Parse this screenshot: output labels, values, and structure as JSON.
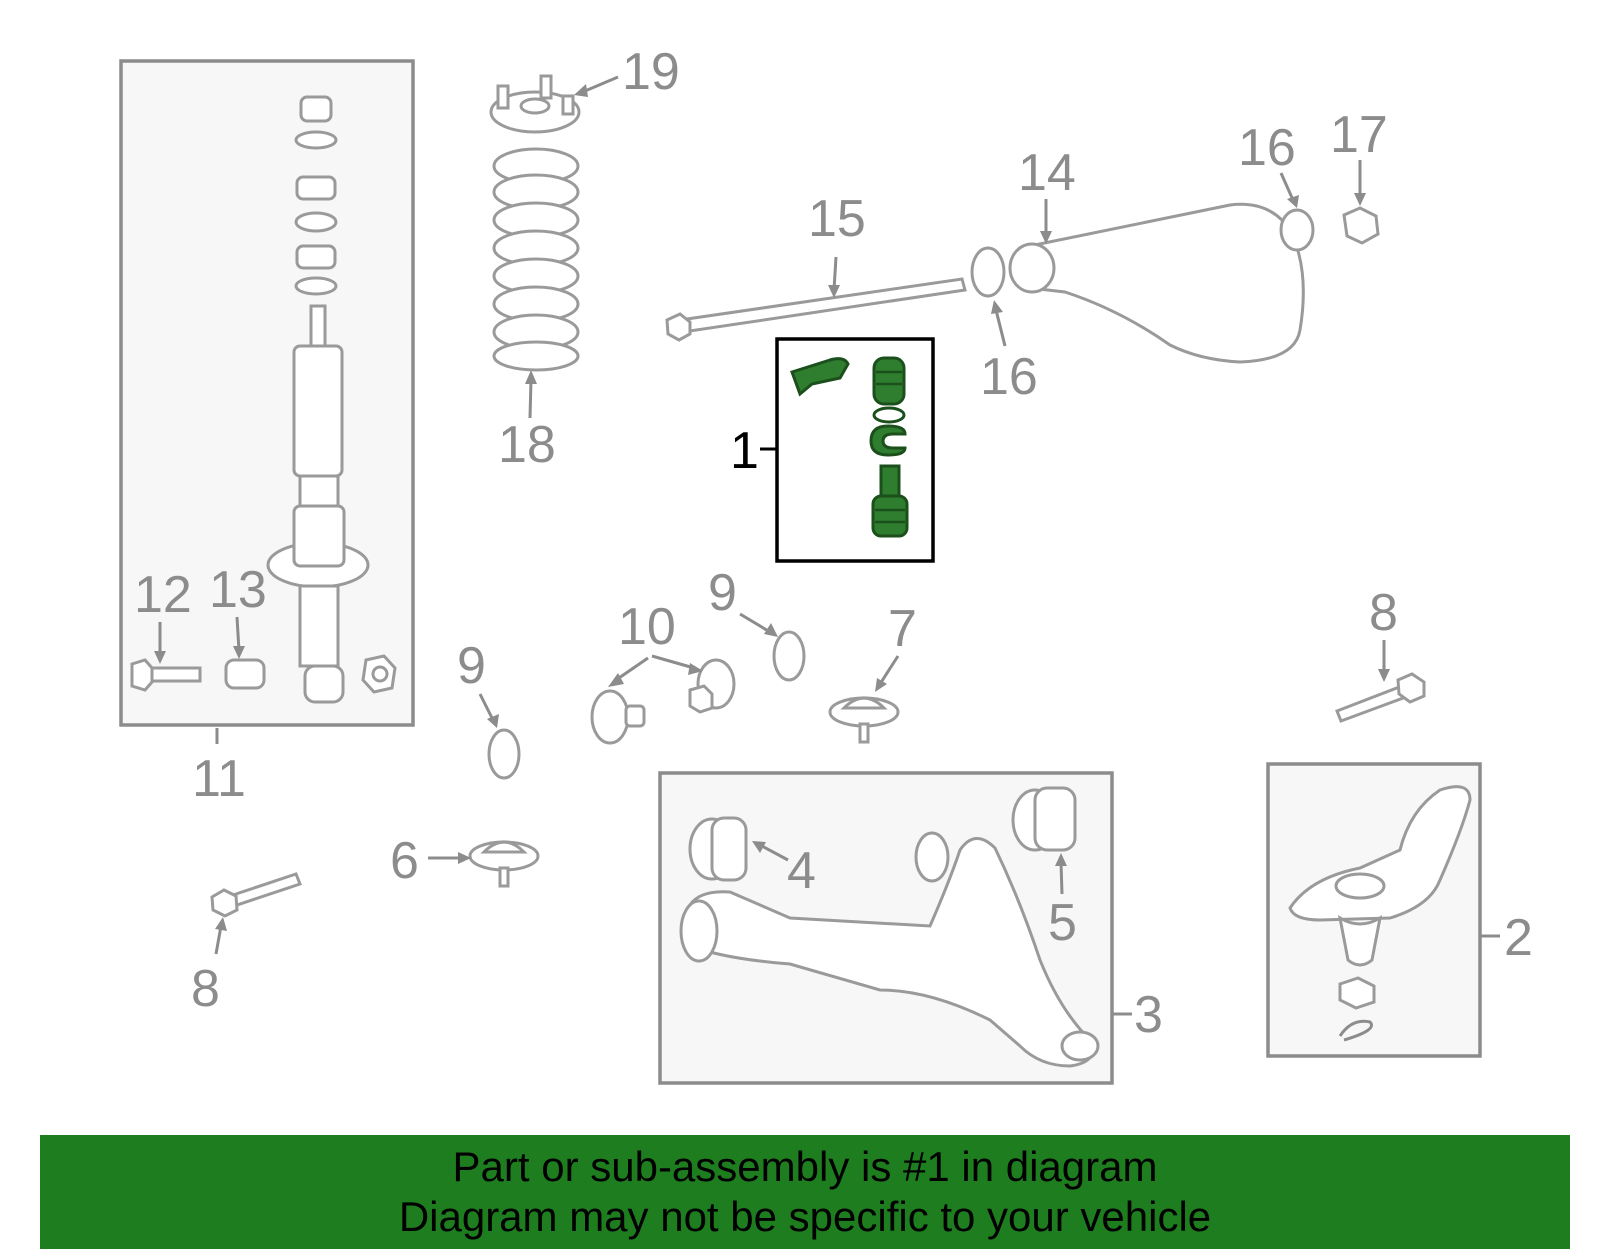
{
  "callouts": {
    "c1": "1",
    "c2": "2",
    "c3": "3",
    "c4": "4",
    "c5": "5",
    "c6": "6",
    "c7": "7",
    "c8a": "8",
    "c8b": "8",
    "c9a": "9",
    "c9b": "9",
    "c10": "10",
    "c11": "11",
    "c12": "12",
    "c13": "13",
    "c14": "14",
    "c15": "15",
    "c16a": "16",
    "c16b": "16",
    "c17": "17",
    "c18": "18",
    "c19": "19"
  },
  "banner": {
    "line1": "Part or sub-assembly is #1 in diagram",
    "line2": "Diagram may not be specific to your vehicle"
  },
  "colors": {
    "highlight": "#2f7d2f",
    "banner": "#1e7d1e",
    "outline": "#9a9a9a"
  }
}
